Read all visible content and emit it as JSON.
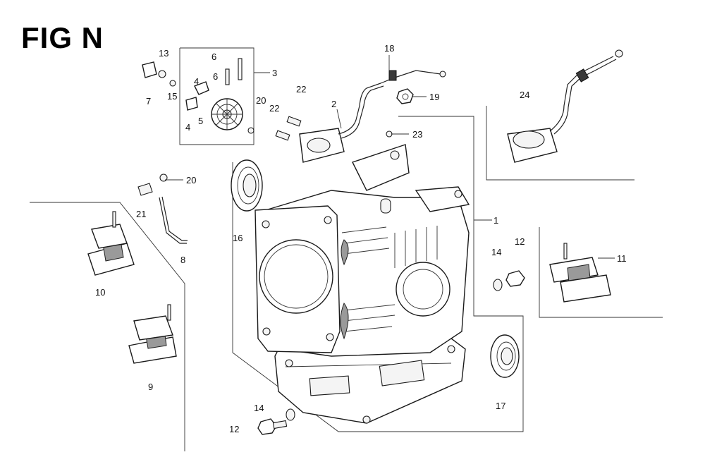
{
  "title": "FIG N",
  "callouts": {
    "c1": "1",
    "c2": "2",
    "c3": "3",
    "c4a": "4",
    "c4b": "4",
    "c5": "5",
    "c6a": "6",
    "c6b": "6",
    "c7": "7",
    "c8": "8",
    "c9": "9",
    "c10": "10",
    "c11": "11",
    "c12a": "12",
    "c12b": "12",
    "c13": "13",
    "c14a": "14",
    "c14b": "14",
    "c15": "15",
    "c16": "16",
    "c17": "17",
    "c18": "18",
    "c19": "19",
    "c20a": "20",
    "c20b": "20",
    "c21": "21",
    "c22a": "22",
    "c22b": "22",
    "c23": "23",
    "c24": "24"
  }
}
